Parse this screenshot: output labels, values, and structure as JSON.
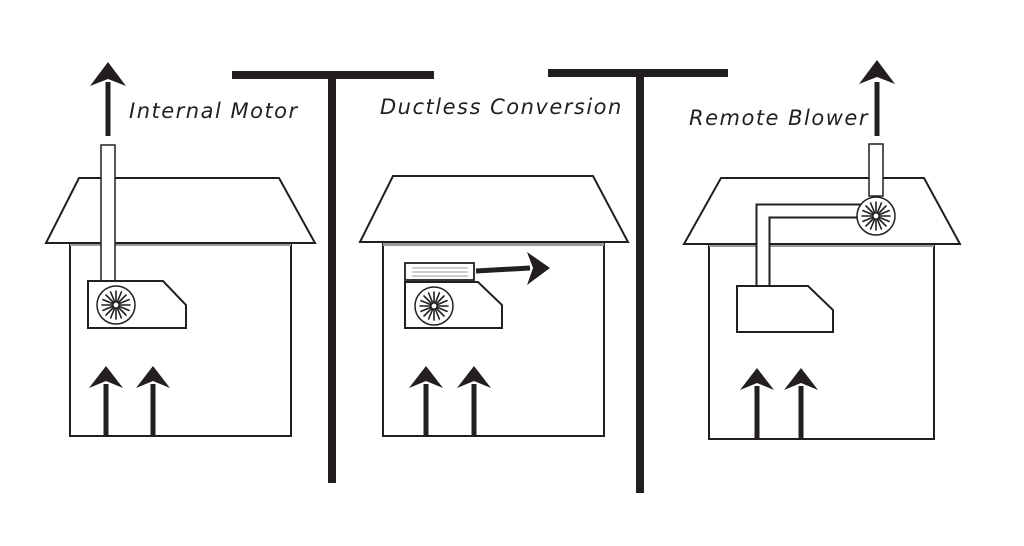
{
  "panels": [
    {
      "id": "internal-motor",
      "caption": "Internal Motor"
    },
    {
      "id": "ductless-conversion",
      "caption": "Ductless Conversion"
    },
    {
      "id": "remote-blower",
      "caption": "Remote Blower"
    }
  ],
  "colors": {
    "ink": "#231f20",
    "ceiling_line": "#9a9a9a",
    "background": "#ffffff"
  },
  "icons": [
    "fan-icon",
    "airflow-arrow-icon",
    "exhaust-arrow-icon"
  ]
}
